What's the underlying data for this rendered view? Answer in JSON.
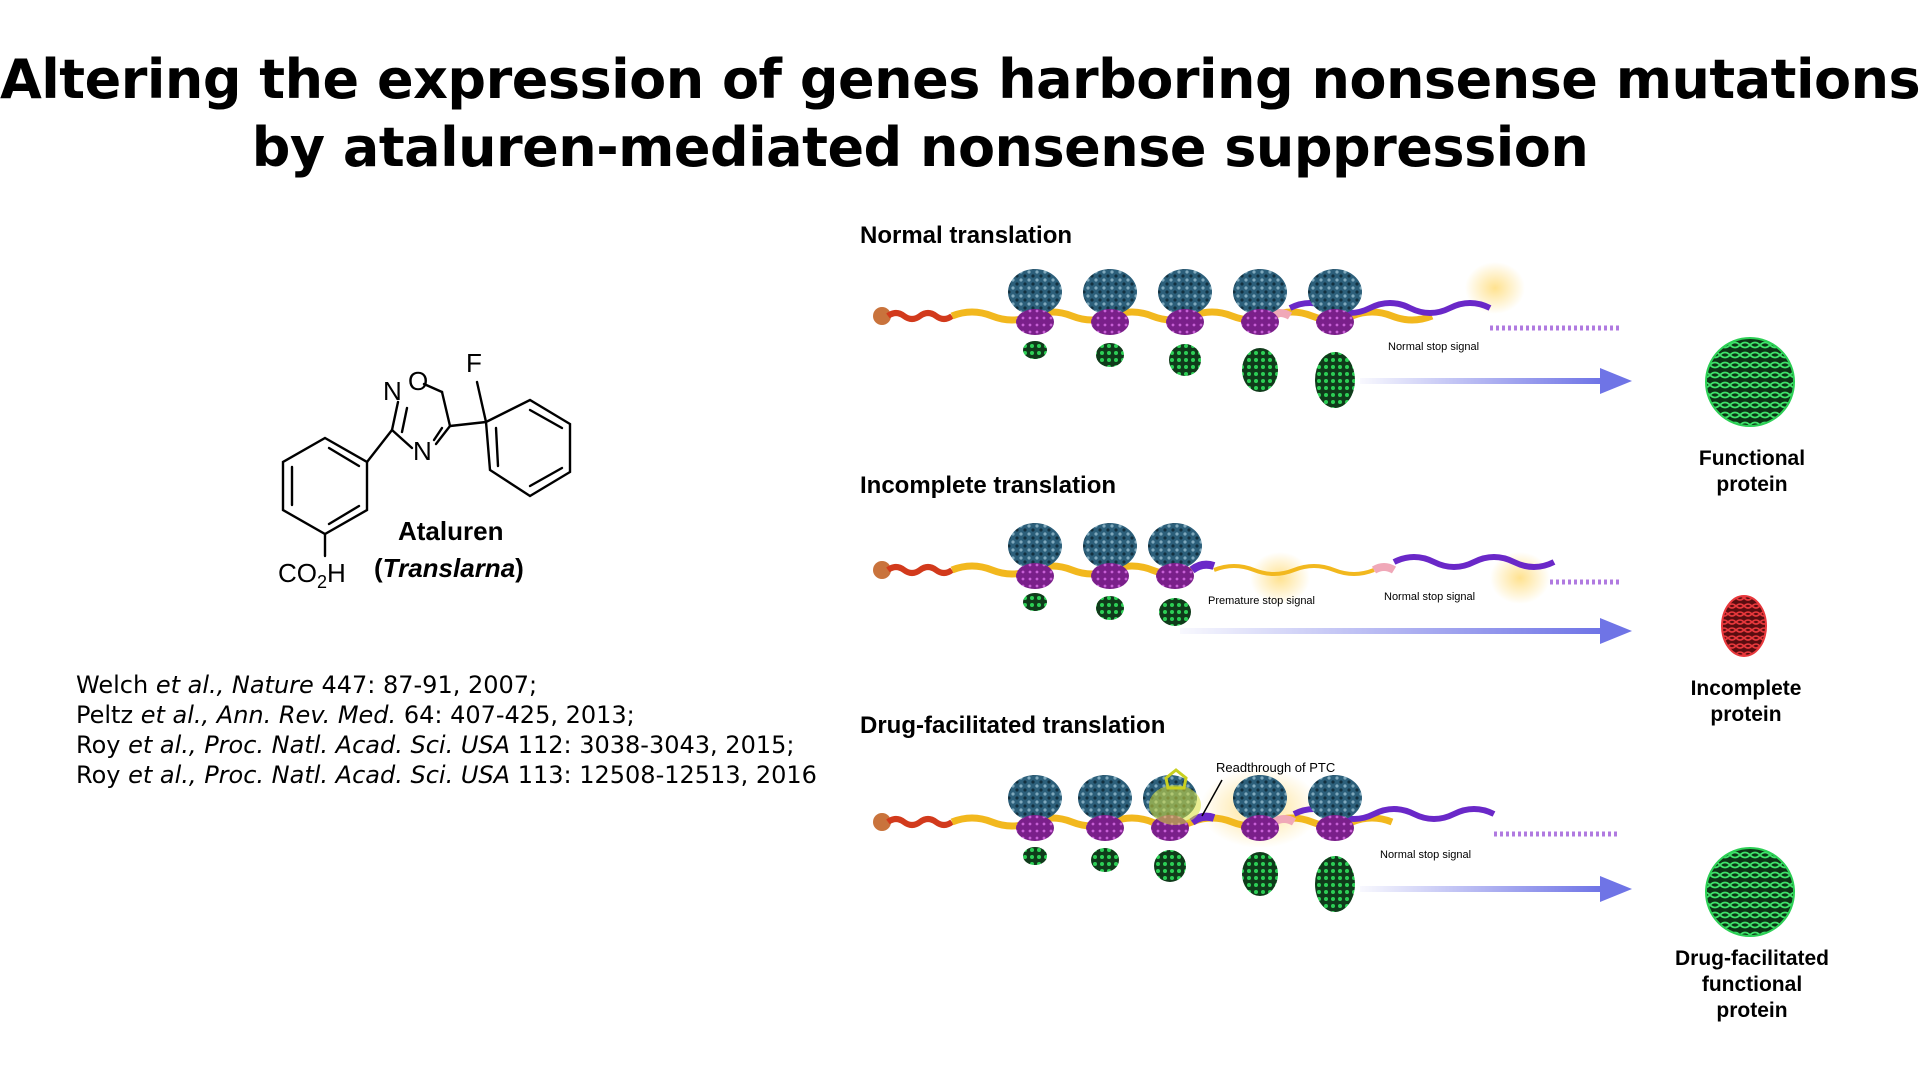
{
  "title": {
    "line1": "Altering the expression of genes harboring nonsense mutations",
    "line2": "by ataluren-mediated nonsense suppression"
  },
  "molecule": {
    "atom_f": "F",
    "atom_n1": "N",
    "atom_o": "O",
    "atom_n2": "N",
    "acid": "CO",
    "acid_sub": "2",
    "acid_h": "H",
    "name": "Ataluren",
    "brand_open": "(",
    "brand": "Translarna",
    "brand_close": ")"
  },
  "references": [
    {
      "author": "Welch",
      "etal": "et al.,",
      "journal": "Nature",
      "rest": "447: 87-91, 2007;"
    },
    {
      "author": "Peltz",
      "etal": "et al.,",
      "journal": "Ann. Rev. Med.",
      "rest": "64: 407-425, 2013;"
    },
    {
      "author": "Roy",
      "etal": "et al.,",
      "journal": "Proc. Natl. Acad. Sci. USA",
      "rest": "112: 3038-3043, 2015;"
    },
    {
      "author": "Roy",
      "etal": "et al.,",
      "journal": "Proc. Natl. Acad. Sci. USA",
      "rest": "113: 12508-12513, 2016"
    }
  ],
  "panels": {
    "normal": {
      "heading": "Normal translation",
      "stop_label": "Normal stop signal",
      "protein_line1": "Functional",
      "protein_line2": "protein"
    },
    "incomplete": {
      "heading": "Incomplete translation",
      "premature_label": "Premature stop signal",
      "stop_label": "Normal stop signal",
      "protein_line1": "Incomplete",
      "protein_line2": "protein"
    },
    "drug": {
      "heading": "Drug-facilitated translation",
      "readthrough_label": "Readthrough of PTC",
      "stop_label": "Normal stop signal",
      "protein_line1": "Drug-facilitated",
      "protein_line2": "functional",
      "protein_line3": "protein"
    }
  },
  "colors": {
    "mrna_cap": "#d23a1c",
    "mrna_coding": "#f2b81e",
    "mrna_3utr": "#6a28c8",
    "poly_a": "#b07ae0",
    "ribosome_large": "#2c5f7a",
    "ribosome_small": "#7a1f8a",
    "peptide": "#1f8a3a",
    "arrow": "#6f74e6",
    "incomplete_protein": "#c0282a",
    "stop_signal": "#f0a8b8",
    "drug": "#d8e038"
  }
}
